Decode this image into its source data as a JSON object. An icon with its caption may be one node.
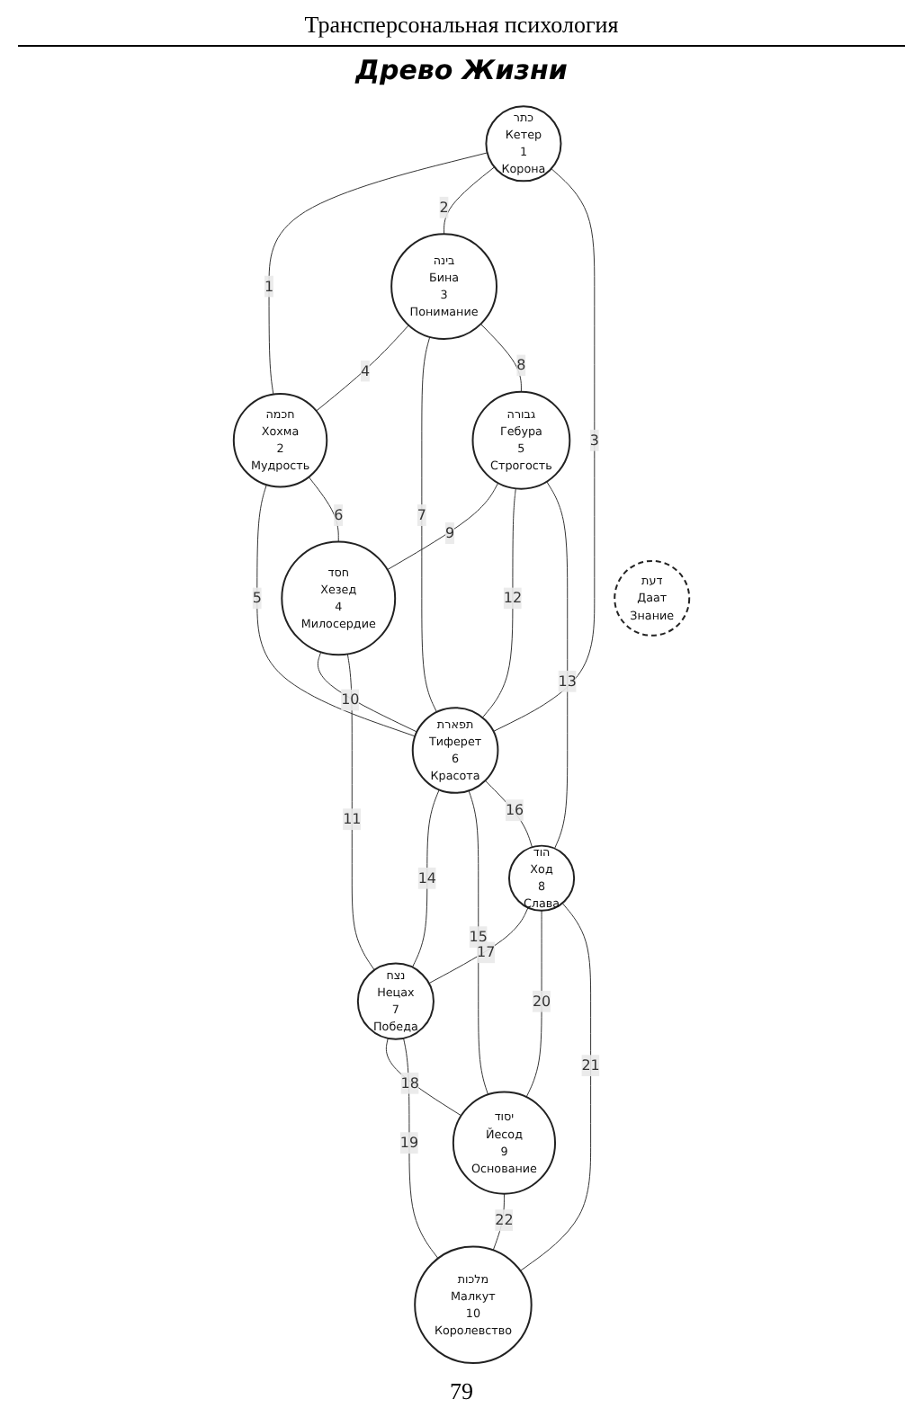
{
  "diagram": {
    "title": "Древо Жизни",
    "nodes": [
      {
        "text": [
          "כתר",
          "Кетер",
          "1",
          "Корона"
        ]
      },
      {
        "text": [
          "בינה",
          "Бина",
          "3",
          "Понимание"
        ]
      },
      {
        "text": [
          "חכמה",
          "Хохма",
          "2",
          "Мудрость"
        ]
      },
      {
        "text": [
          "דעת",
          "Даат",
          "Знание"
        ]
      },
      {
        "text": [
          "גבורה",
          "Гебура",
          "5",
          "Строгость"
        ]
      },
      {
        "text": [
          "חסד",
          "Хезед",
          "4",
          "Милосердие"
        ]
      },
      {
        "text": [
          "תפארת",
          "Тиферет",
          "6",
          "Красота"
        ]
      },
      {
        "text": [
          "הוד",
          "Ход",
          "8",
          "Слава"
        ]
      },
      {
        "text": [
          "נצח",
          "Нецах",
          "7",
          "Победа"
        ]
      },
      {
        "text": [
          "יסוד",
          "Йесод",
          "9",
          "Основание"
        ]
      },
      {
        "text": [
          "מלכות",
          "Малкут",
          "10",
          "Королевство"
        ]
      }
    ],
    "edges": [
      {
        "from": 0,
        "to": 2,
        "arrow": "none",
        "label": "1"
      },
      {
        "from": 0,
        "to": 1,
        "arrow": "none",
        "label": "2"
      },
      {
        "from": 0,
        "to": 6,
        "arrow": "none",
        "label": "3"
      },
      {
        "from": 1,
        "to": 2,
        "arrow": "none",
        "label": "4"
      },
      {
        "from": 2,
        "to": 6,
        "arrow": "none",
        "label": "5"
      },
      {
        "from": 2,
        "to": 5,
        "arrow": "none",
        "label": "6"
      },
      {
        "from": 1,
        "to": 6,
        "arrow": "none",
        "label": "7"
      },
      {
        "from": 1,
        "to": 4,
        "arrow": "none",
        "label": "8"
      },
      {
        "from": 4,
        "to": 5,
        "arrow": "none",
        "label": "9"
      },
      {
        "from": 5,
        "to": 6,
        "arrow": "none",
        "label": "10"
      },
      {
        "from": 5,
        "to": 8,
        "arrow": "none",
        "label": "11"
      },
      {
        "from": 4,
        "to": 6,
        "arrow": "none",
        "label": "12"
      },
      {
        "from": 4,
        "to": 7,
        "arrow": "none",
        "label": "13"
      },
      {
        "from": 6,
        "to": 8,
        "arrow": "none",
        "label": "14"
      },
      {
        "from": 6,
        "to": 9,
        "arrow": "none",
        "label": "15"
      },
      {
        "from": 6,
        "to": 7,
        "arrow": "none",
        "label": "16"
      },
      {
        "from": 7,
        "to": 8,
        "arrow": "none",
        "label": "17"
      },
      {
        "from": 8,
        "to": 9,
        "arrow": "none",
        "label": "18"
      },
      {
        "from": 8,
        "to": 10,
        "arrow": "none",
        "label": "19"
      },
      {
        "from": 7,
        "to": 9,
        "arrow": "none",
        "label": "20"
      },
      {
        "from": 7,
        "to": 10,
        "arrow": "none",
        "label": "21"
      },
      {
        "from": 9,
        "to": 10,
        "arrow": "none",
        "label": "22"
      }
    ],
    "labels": [
      "Трансперсональная психология",
      "79"
    ]
  }
}
